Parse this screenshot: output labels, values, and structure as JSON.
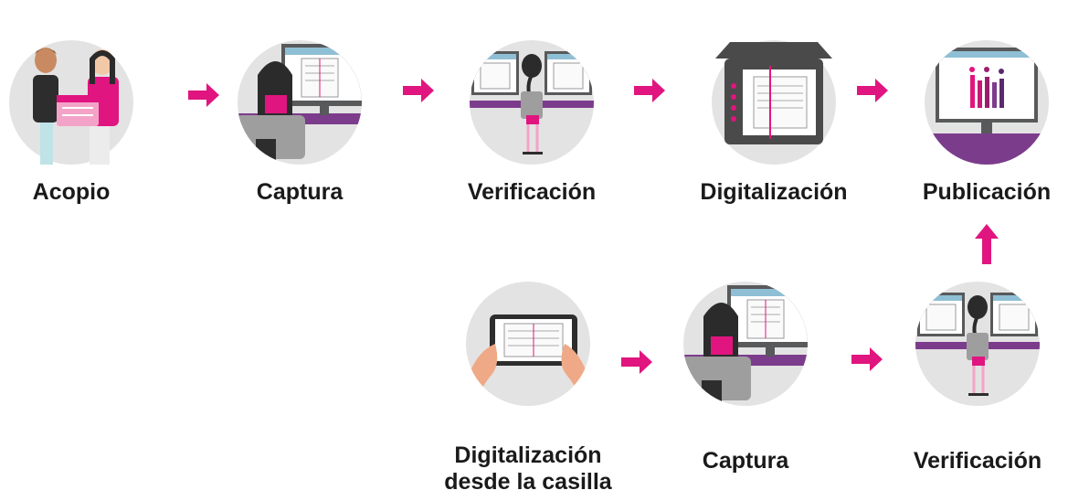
{
  "colors": {
    "circle": "#e3e3e3",
    "arrow": "#e0157f",
    "accent_purple": "#7c3c8c",
    "monitor_frame": "#58595b",
    "screen_header": "#8fbfd4",
    "chair": "#9e9e9e",
    "hair": "#2b2b2b",
    "text": "#1a1a1a"
  },
  "flow": {
    "top_row": [
      {
        "label": "Acopio",
        "icon": "handover-box-icon"
      },
      {
        "label": "Captura",
        "icon": "data-capture-workstation-icon"
      },
      {
        "label": "Verificación",
        "icon": "dual-monitor-verification-icon"
      },
      {
        "label": "Digitalización",
        "icon": "scanner-icon"
      },
      {
        "label": "Publicación",
        "icon": "results-chart-monitor-icon"
      }
    ],
    "bottom_row": [
      {
        "label_line1": "Digitalización",
        "label_line2": "desde la casilla",
        "icon": "smartphone-photo-icon"
      },
      {
        "label": "Captura",
        "icon": "data-capture-workstation-icon"
      },
      {
        "label": "Verificación",
        "icon": "dual-monitor-verification-icon"
      }
    ],
    "arrows": [
      "arrow-right",
      "arrow-right",
      "arrow-right",
      "arrow-right",
      "arrow-right",
      "arrow-right",
      "arrow-up"
    ]
  }
}
